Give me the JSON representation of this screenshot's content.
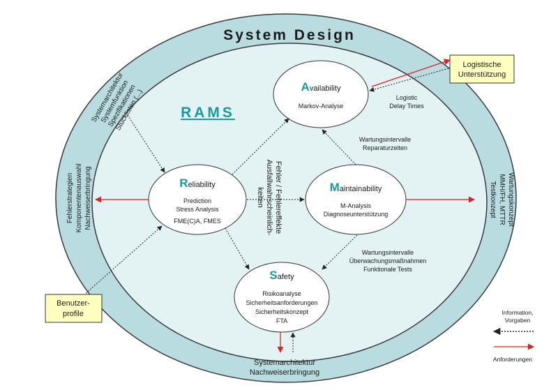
{
  "title": "System Design",
  "rams": "RAMS",
  "nodes": {
    "availability": {
      "initial": "A",
      "rest": "vailability",
      "line1": "Markov-Analyse"
    },
    "reliability": {
      "initial": "R",
      "rest": "eliability",
      "line1": "Prediction",
      "line2": "Stress Analysis",
      "line3": "FME(C)A, FMES"
    },
    "maintainability": {
      "initial": "M",
      "rest": "aintainability",
      "line1": "M-Analysis",
      "line2": "Diagnoseunterstützung"
    },
    "safety": {
      "initial": "S",
      "rest": "afety",
      "line1": "Risikoanalyse",
      "line2": "Sicherheitsanforderungen",
      "line3": "Sicherheitskonzept",
      "line4": "FTA"
    }
  },
  "edge_labels": {
    "logistic_delay": [
      "Logistic",
      "Delay Times"
    ],
    "maint_to_avail": [
      "Wartungsintervalle",
      "Reparaturzeiten"
    ],
    "maint_to_safety": [
      "Wartungsintervalle",
      "Überwachungsmaßnahmen",
      "Funktionale Tests"
    ],
    "center_rotated": [
      "Fehler / Fehlereffekte",
      "Ausfallwahrscheinlich-",
      "keiten"
    ]
  },
  "ring": {
    "top_left": [
      "Systemarchitektur",
      "Systemfunktion",
      "Spezifikationen",
      "Stücklisten (...)"
    ],
    "left": [
      "Fehlerstrategien",
      "Komponentenauswahl",
      "Nachweiserbringung"
    ],
    "right": [
      "Wartungskonzept",
      "MMH/FH, MTTR",
      "Testkonzept"
    ],
    "bottom": [
      "Systemarchitektur",
      "Nachweiserbringung"
    ]
  },
  "boxes": {
    "logistik": [
      "Logistische",
      "Unterstützung"
    ],
    "benutzer": [
      "Benutzer-",
      "profile"
    ]
  },
  "legend": {
    "info": [
      "Information,",
      "Vorgaben"
    ],
    "anf": "Anforderungen"
  },
  "colors": {
    "outer_ring": "#b8dcdf",
    "inner_area": "#e3f2f3",
    "box_fill": "#ffffc0",
    "requirement_arrow": "#e02020",
    "info_arrow": "#222222",
    "accent": "#1a9a9a"
  }
}
